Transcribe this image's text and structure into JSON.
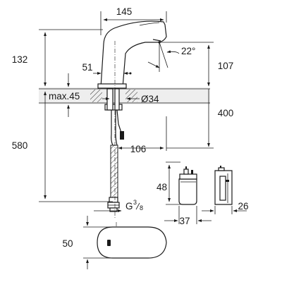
{
  "dimensions": {
    "spout_width": "145",
    "spout_angle": "22°",
    "total_height_above": "132",
    "spout_height": "107",
    "spout_offset": "51",
    "max_thickness": "max.45",
    "hole_diameter": "Ø34",
    "box_depth": "400",
    "hose_length": "580",
    "box_offset": "106",
    "thread_prefix": "G",
    "thread_numerator": "3",
    "thread_denominator": "8",
    "box_height": "48",
    "box_width": "37",
    "box_side_width": "26",
    "base_width": "50"
  }
}
